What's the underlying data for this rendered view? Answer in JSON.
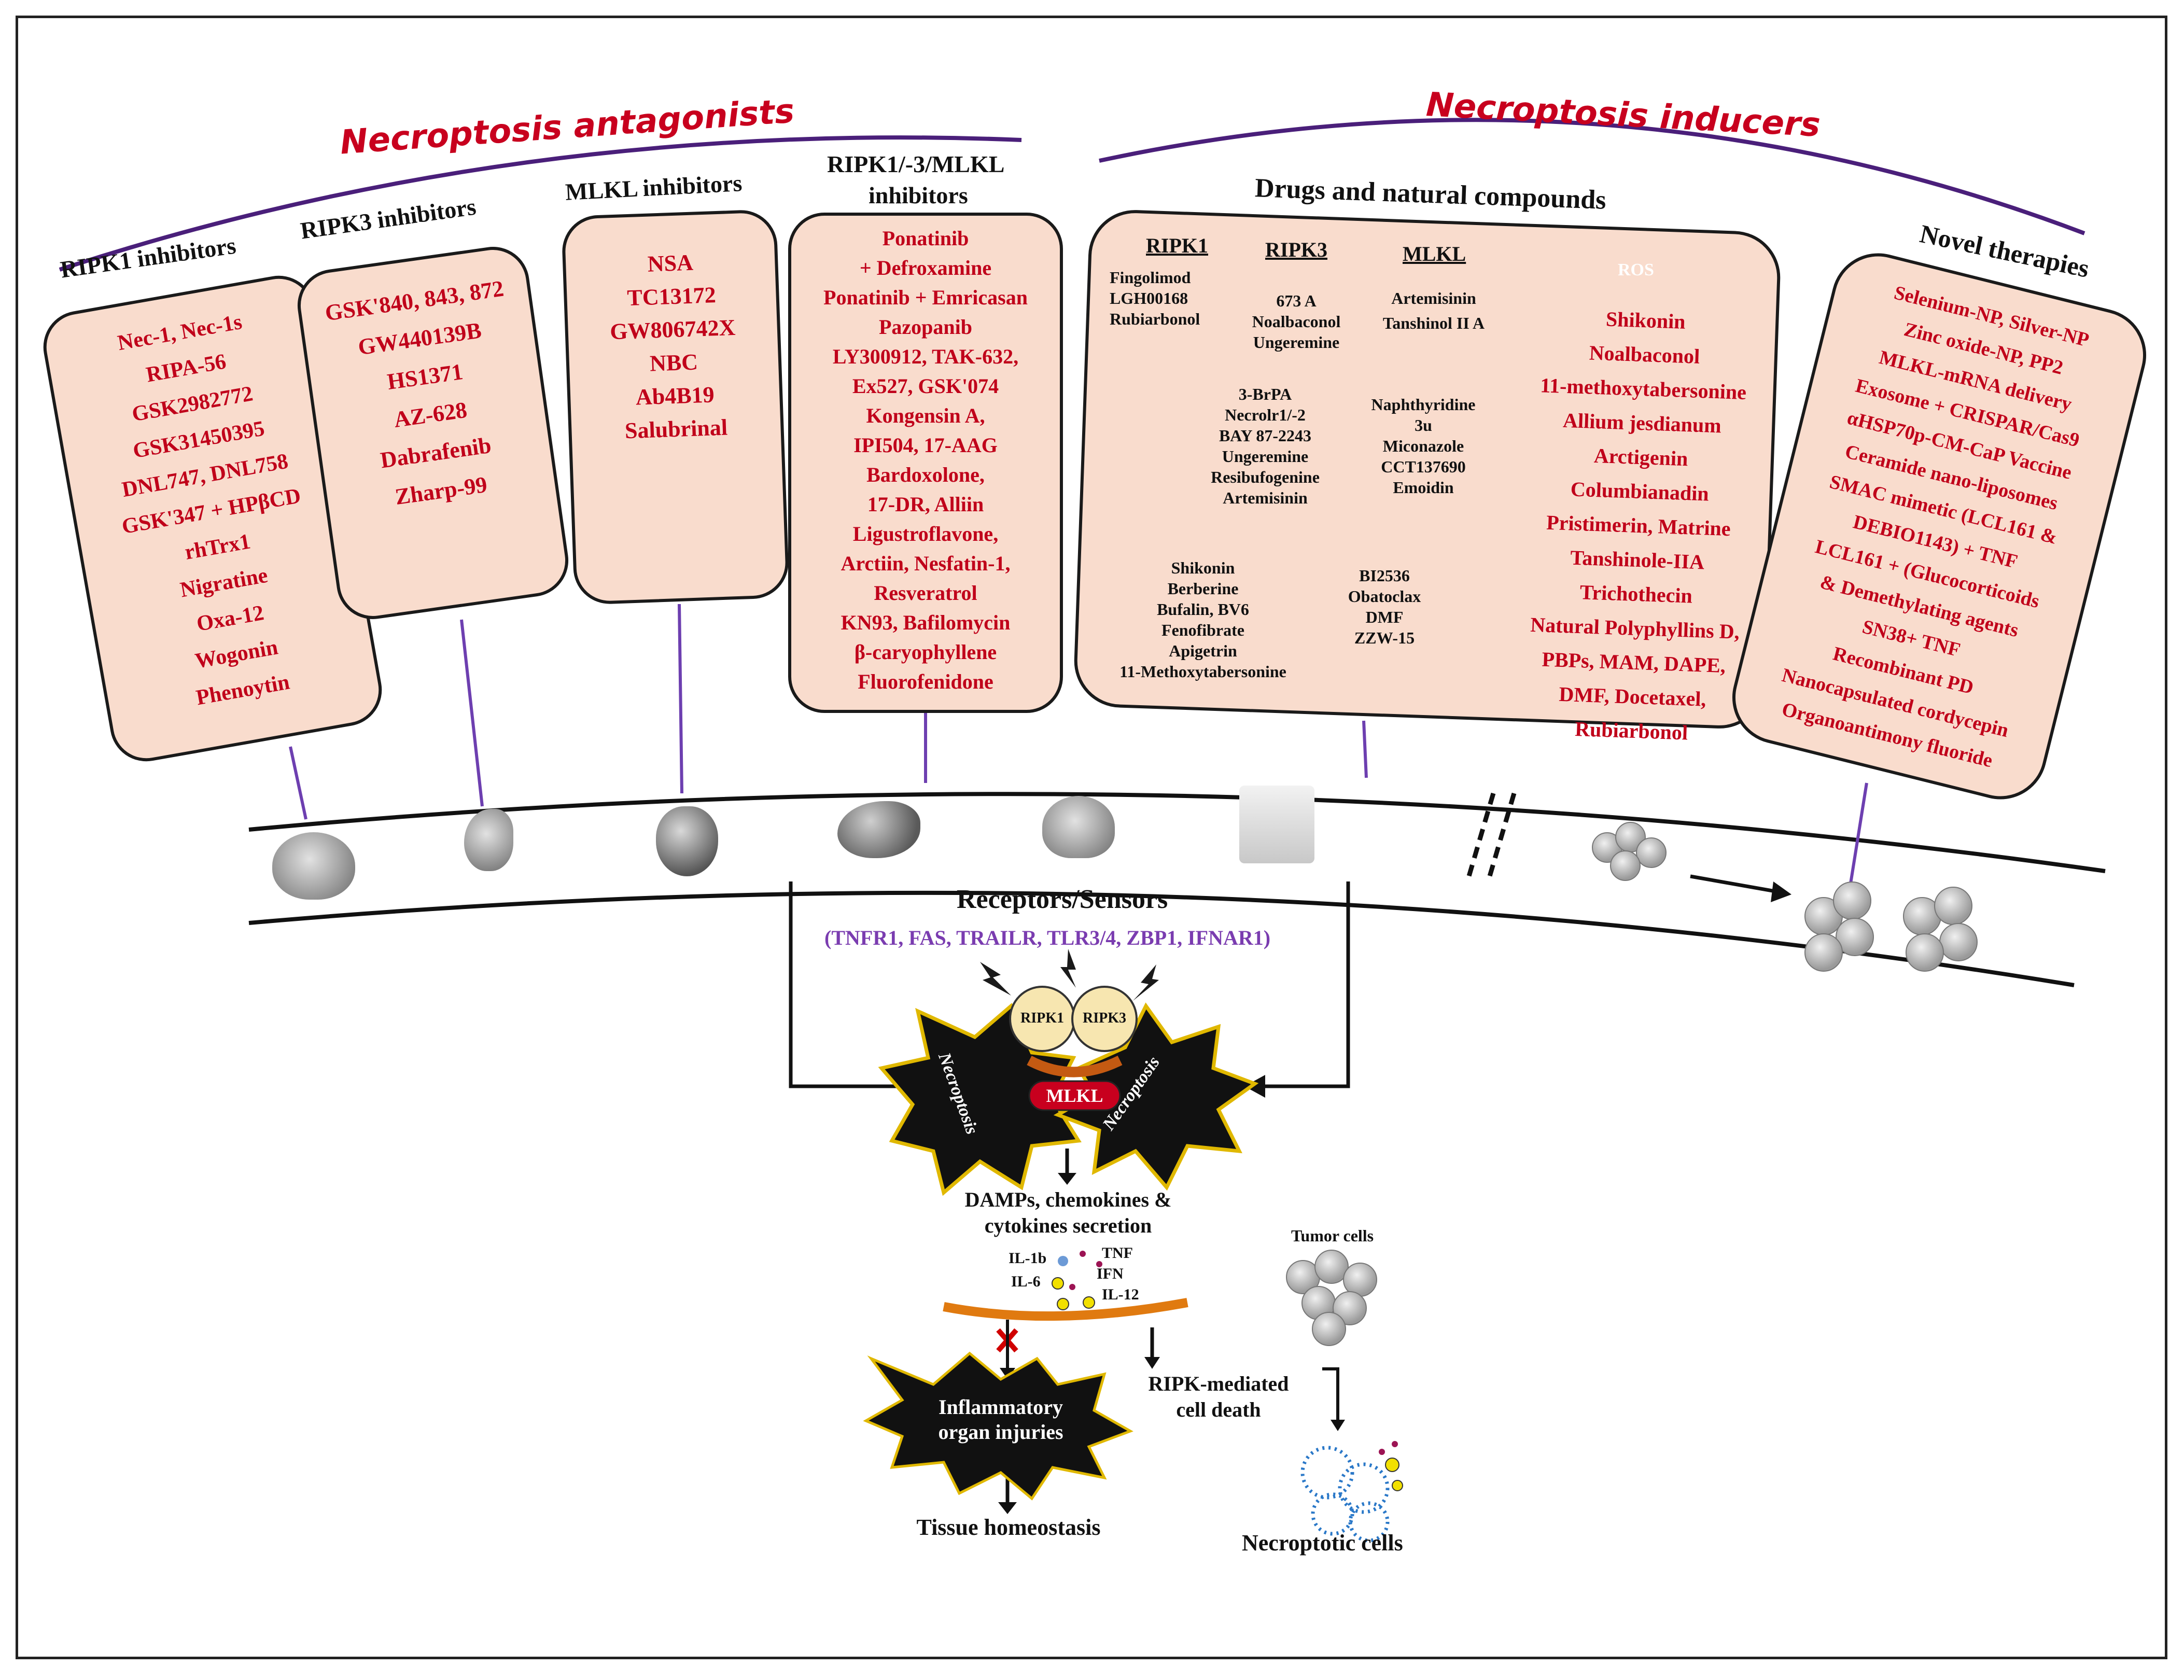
{
  "titles": {
    "antagonists": "Necroptosis antagonists",
    "inducers": "Necroptosis inducers"
  },
  "antagonist_groups": [
    {
      "header": "RIPK1 inhibitors",
      "items": [
        "Nec-1, Nec-1s",
        "RIPA-56",
        "GSK2982772",
        "GSK31450395",
        "DNL747, DNL758",
        "GSK'347 + HPβCD",
        "rhTrx1",
        "Nigratine",
        "Oxa-12",
        "Wogonin",
        "Phenoytin"
      ]
    },
    {
      "header": "RIPK3 inhibitors",
      "items": [
        "GSK'840, 843, 872",
        "GW440139B",
        "HS1371",
        "AZ-628",
        "Dabrafenib",
        "Zharp-99"
      ]
    },
    {
      "header": "MLKL inhibitors",
      "items": [
        "NSA",
        "TC13172",
        "GW806742X",
        "NBC",
        "Ab4B19",
        "Salubrinal"
      ]
    },
    {
      "header_lines": [
        "RIPK1/-3/MLKL",
        "inhibitors"
      ],
      "items": [
        "Ponatinib",
        "+ Defroxamine",
        "Ponatinib + Emricasan",
        "Pazopanib",
        "LY300912, TAK-632,",
        "Ex527, GSK'074",
        "Kongensin A,",
        "IPI504, 17-AAG",
        "Bardoxolone,",
        "17-DR, Alliin",
        "Ligustroflavone,",
        "Arctiin, Nesfatin-1,",
        "Resveratrol",
        "KN93, Bafilomycin",
        "β-caryophyllene",
        "Fluorofenidone"
      ]
    }
  ],
  "inducers": {
    "drugs_header": "Drugs and natural compounds",
    "ripk1": {
      "header": "RIPK1",
      "items": [
        "Fingolimod",
        "LGH00168",
        "Rubiarbonol"
      ]
    },
    "ripk3": {
      "header": "RIPK3",
      "items": [
        "673 A",
        "Noalbaconol",
        "Ungeremine"
      ]
    },
    "mlkl": {
      "header": "MLKL",
      "items": [
        "Artemisinin",
        "Tanshinol II A"
      ]
    },
    "mid_left": [
      "3-BrPA",
      "Necrolr1/-2",
      "BAY 87-2243",
      "Ungeremine",
      "Resibufogenine",
      "Artemisinin"
    ],
    "mid_right": [
      "Naphthyridine",
      "3u",
      "Miconazole",
      "CCT137690",
      "Emoidin"
    ],
    "low_left": [
      "Shikonin",
      "Berberine",
      "Bufalin, BV6",
      "Fenofibrate",
      "Apigetrin",
      "11-Methoxytabersonine"
    ],
    "low_right": [
      "BI2536",
      "Obatoclax",
      "DMF",
      "ZZW-15"
    ],
    "ros_label": "ROS",
    "ros_items": [
      "Shikonin",
      "Noalbaconol",
      "11-methoxytabersonine",
      "Allium jesdianum",
      "Arctigenin",
      "Columbianadin",
      "Pristimerin, Matrine",
      "Tanshinole-IIA",
      "Trichothecin",
      "Natural Polyphyllins D,",
      "PBPs, MAM, DAPE,",
      "DMF, Docetaxel,",
      "Rubiarbonol"
    ],
    "novel_header": "Novel therapies",
    "novel_items": [
      "Selenium-NP, Silver-NP",
      "Zinc oxide-NP, PP2",
      "MLKL-mRNA delivery",
      "Exosome + CRISPAR/Cas9",
      "αHSP70p-CM-CaP Vaccine",
      "Ceramide nano-liposomes",
      "SMAC mimetic (LCL161 &",
      "DEBIO1143) + TNF",
      "LCL161 + (Glucocorticoids",
      "& Demethylating agents",
      "SN38+ TNF",
      "Recombinant PD",
      "Nanocapsulated cordycepin",
      "Organoantimony fluoride"
    ]
  },
  "pathway": {
    "receptors_title": "Receptors/Sensors",
    "receptors_list": "(TNFR1, FAS, TRAILR, TLR3/4, ZBP1, IFNAR1)",
    "ripk1": "RIPK1",
    "ripk3": "RIPK3",
    "mlkl": "MLKL",
    "necroptosis": "Necroptosis",
    "damps_lines": [
      "DAMPs, chemokines &",
      "cytokines secretion"
    ],
    "cytokines": [
      "IL-1b",
      "TNF",
      "IL-6",
      "IFN",
      "IL-12"
    ],
    "inflammatory_lines": [
      "Inflammatory",
      "organ injuries"
    ],
    "tissue": "Tissue homeostasis",
    "ripk_death_lines": [
      "RIPK-mediated",
      "cell death"
    ],
    "tumor_cells": "Tumor cells",
    "necroptotic_cells": "Necroptotic cells"
  },
  "organs": [
    "brain-icon",
    "kidney-icon",
    "heart-icon",
    "liver-icon",
    "lungs-icon",
    "skin-hands-icon"
  ],
  "colors": {
    "accent_red": "#c0001a",
    "purple": "#5b2a91",
    "box_fill": "#f9dccd",
    "receptor_purple": "#7a3cb0",
    "gold": "#c9a227"
  }
}
